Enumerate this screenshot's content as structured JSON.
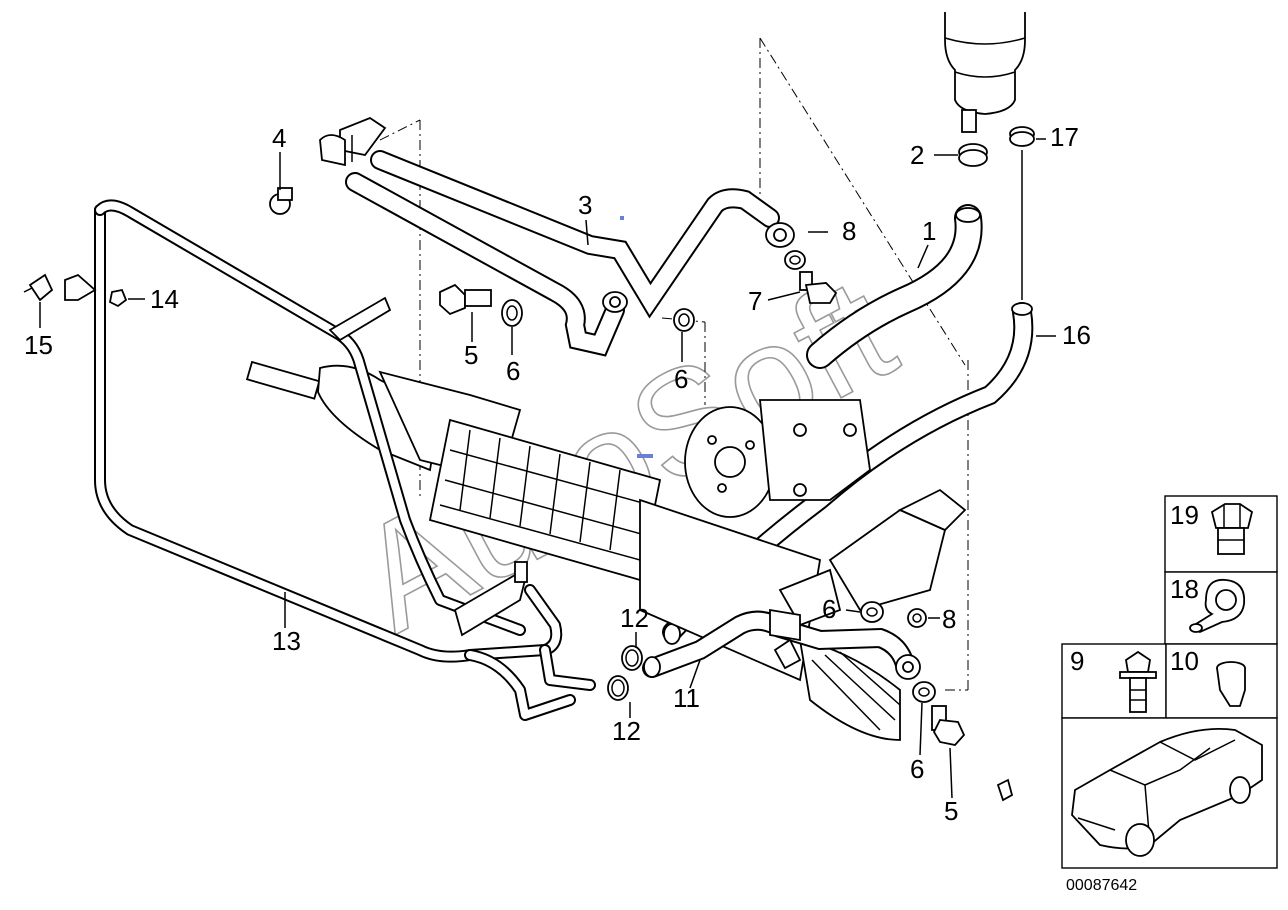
{
  "watermark": "AutoSoft",
  "diagram_number": "00087642",
  "callouts": [
    {
      "id": "c1",
      "label": "1"
    },
    {
      "id": "c2",
      "label": "2"
    },
    {
      "id": "c3",
      "label": "3"
    },
    {
      "id": "c4",
      "label": "4"
    },
    {
      "id": "c5a",
      "label": "5"
    },
    {
      "id": "c5b",
      "label": "5"
    },
    {
      "id": "c6a",
      "label": "6"
    },
    {
      "id": "c6b",
      "label": "6"
    },
    {
      "id": "c6c",
      "label": "6"
    },
    {
      "id": "c6d",
      "label": "6"
    },
    {
      "id": "c7",
      "label": "7"
    },
    {
      "id": "c8a",
      "label": "8"
    },
    {
      "id": "c8b",
      "label": "8"
    },
    {
      "id": "c11",
      "label": "11"
    },
    {
      "id": "c12a",
      "label": "12"
    },
    {
      "id": "c12b",
      "label": "12"
    },
    {
      "id": "c13",
      "label": "13"
    },
    {
      "id": "c14",
      "label": "14"
    },
    {
      "id": "c15",
      "label": "15"
    },
    {
      "id": "c16",
      "label": "16"
    },
    {
      "id": "c17",
      "label": "17"
    }
  ],
  "legend": [
    {
      "id": "l19",
      "label": "19",
      "icon": "hex-bolt-icon"
    },
    {
      "id": "l18",
      "label": "18",
      "icon": "pipe-clamp-icon"
    },
    {
      "id": "l9",
      "label": "9",
      "icon": "flange-bolt-icon"
    },
    {
      "id": "l10",
      "label": "10",
      "icon": "nut-icon"
    }
  ]
}
